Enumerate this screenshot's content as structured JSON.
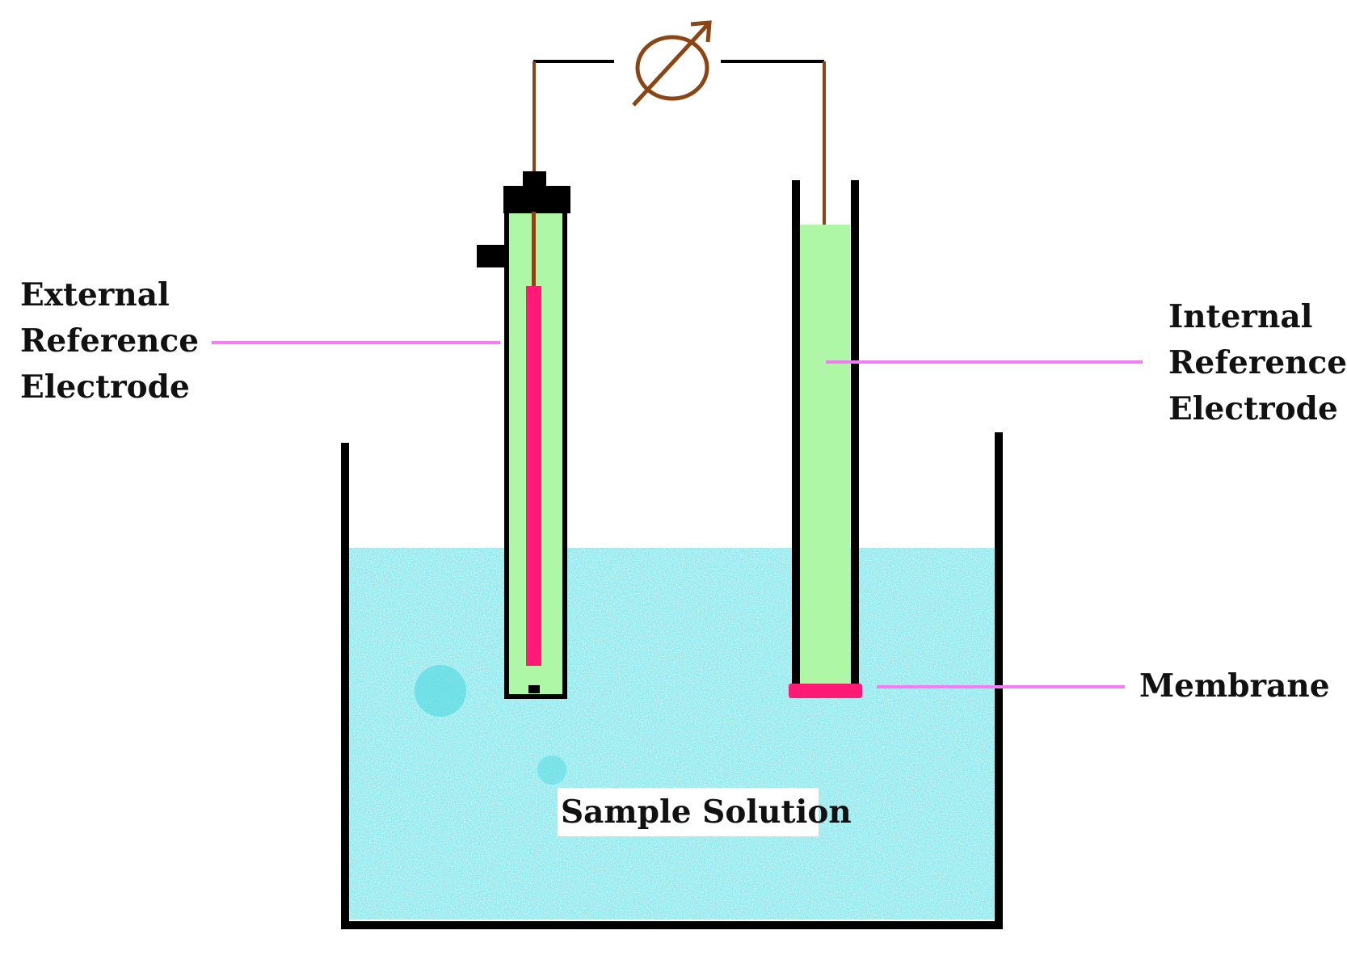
{
  "labels": {
    "external": [
      "External",
      "Reference",
      "Electrode"
    ],
    "internal": [
      "Internal",
      "Reference",
      "Electrode"
    ],
    "membrane": "Membrane",
    "sample": "Sample Solution"
  },
  "icons": {
    "meter": "voltmeter-icon"
  },
  "colors": {
    "solution": "#8fe9ee",
    "electrolyte": "#adf7a6",
    "inner_element": "#ff1a75",
    "membrane": "#ff1a75",
    "wire": "#8b4513",
    "leader_line": "#f47cf4",
    "outline": "#000000"
  }
}
